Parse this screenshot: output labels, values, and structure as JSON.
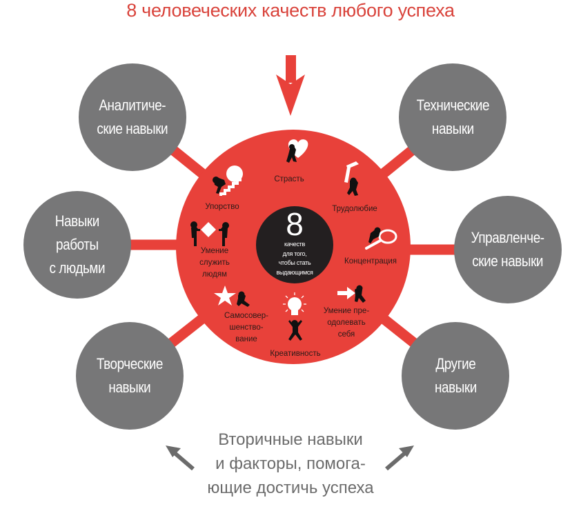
{
  "title": "8 человеческих качеств любого успеха",
  "colors": {
    "accent_red": "#e8413a",
    "title_red": "#d9433b",
    "node_gray": "#777778",
    "center_black": "#231f20",
    "footer_gray": "#6b6b6b"
  },
  "center": {
    "number": "8",
    "caption": "качеств\nдля того,\nчтобы стать\nвыдающимся"
  },
  "qualities": [
    {
      "label": "Страсть",
      "icon": "heart-icon"
    },
    {
      "label": "Трудолюбие",
      "icon": "hammer-icon"
    },
    {
      "label": "Концентрация",
      "icon": "magnifier-icon"
    },
    {
      "label": "Умение пре-\nодолевать\nсебя",
      "icon": "arrow-right-icon"
    },
    {
      "label": "Креативность",
      "icon": "lightbulb-icon"
    },
    {
      "label": "Самосовер-\nшенство-\nвание",
      "icon": "star-icon"
    },
    {
      "label": "Умение\nслужить\nлюдям",
      "icon": "diamond-handoff-icon"
    },
    {
      "label": "Упорство",
      "icon": "stairs-boulder-icon"
    }
  ],
  "secondary_skills": [
    {
      "label": "Аналитиче-\nские навыки",
      "position": "top-left"
    },
    {
      "label": "Технические\nнавыки",
      "position": "top-right"
    },
    {
      "label": "Навыки\nработы\nс людьми",
      "position": "mid-left"
    },
    {
      "label": "Управленче-\nские навыки",
      "position": "mid-right"
    },
    {
      "label": "Творческие\nнавыки",
      "position": "bottom-left"
    },
    {
      "label": "Другие\nнавыки",
      "position": "bottom-right"
    }
  ],
  "footer": {
    "text": "Вторичные навыки\nи факторы, помога-\nющие достичь успеха"
  }
}
